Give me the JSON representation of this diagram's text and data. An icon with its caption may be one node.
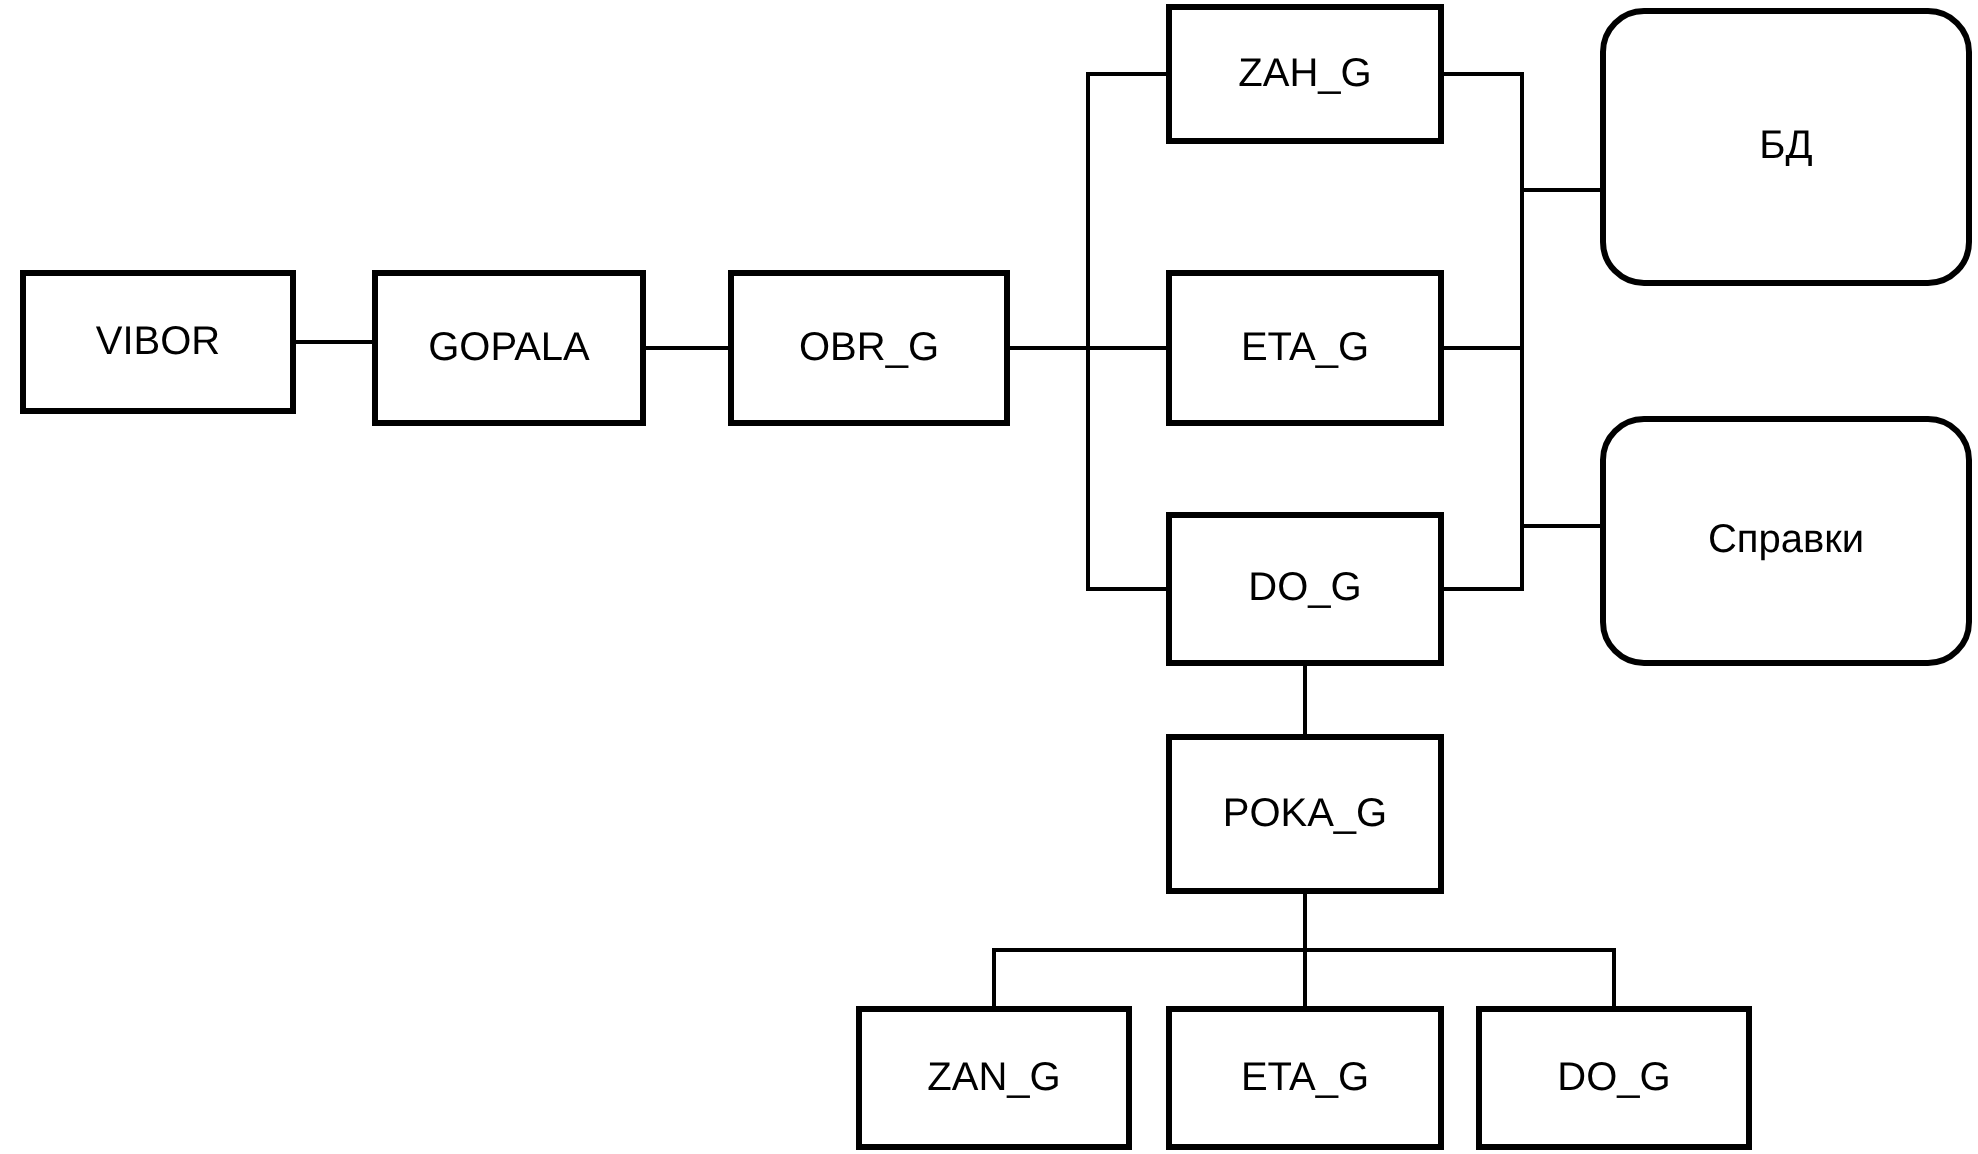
{
  "diagram": {
    "nodes": [
      {
        "text": [
          "VIBOR"
        ]
      },
      {
        "text": [
          "GOPALA"
        ]
      },
      {
        "text": [
          "OBR_G"
        ]
      },
      {
        "text": [
          "ZAH_G"
        ]
      },
      {
        "text": [
          "ETA_G"
        ]
      },
      {
        "text": [
          "DO_G"
        ]
      },
      {
        "text": [
          "БД"
        ]
      },
      {
        "text": [
          "Справки"
        ]
      },
      {
        "text": [
          "POKA_G"
        ]
      },
      {
        "text": [
          "ZAN_G"
        ]
      },
      {
        "text": [
          "ETA_G"
        ]
      },
      {
        "text": [
          "DO_G"
        ]
      }
    ],
    "edges": [
      {
        "from": 0,
        "to": 1,
        "arrow": "none"
      },
      {
        "from": 1,
        "to": 2,
        "arrow": "none"
      },
      {
        "from": 2,
        "to": 3,
        "arrow": "none"
      },
      {
        "from": 2,
        "to": 4,
        "arrow": "none"
      },
      {
        "from": 2,
        "to": 5,
        "arrow": "none"
      },
      {
        "from": 3,
        "to": 6,
        "arrow": "none"
      },
      {
        "from": 3,
        "to": 7,
        "arrow": "none"
      },
      {
        "from": 4,
        "to": 6,
        "arrow": "none"
      },
      {
        "from": 4,
        "to": 7,
        "arrow": "none"
      },
      {
        "from": 5,
        "to": 6,
        "arrow": "none"
      },
      {
        "from": 5,
        "to": 7,
        "arrow": "none"
      },
      {
        "from": 5,
        "to": 8,
        "arrow": "none"
      },
      {
        "from": 8,
        "to": 9,
        "arrow": "none"
      },
      {
        "from": 8,
        "to": 10,
        "arrow": "none"
      },
      {
        "from": 8,
        "to": 11,
        "arrow": "none"
      }
    ]
  }
}
